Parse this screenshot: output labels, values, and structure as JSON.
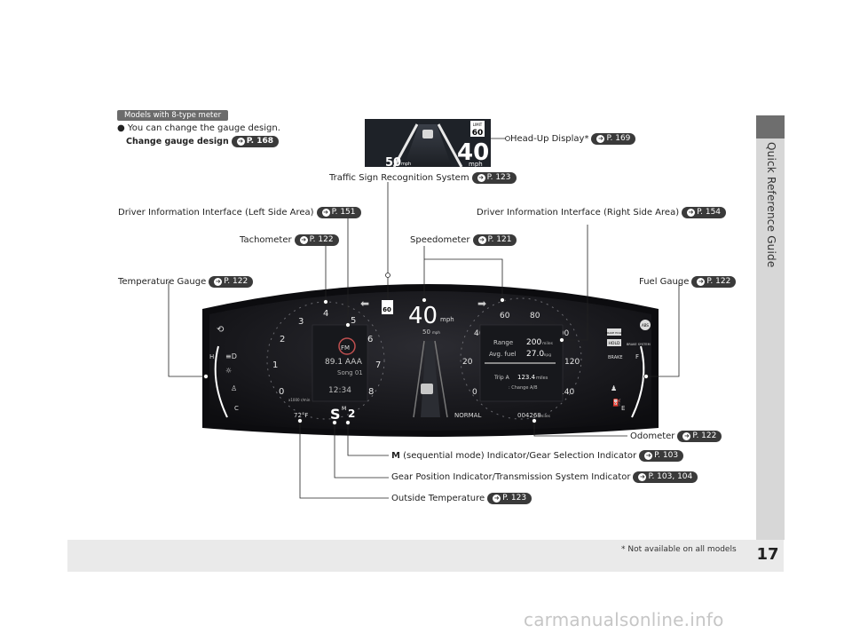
{
  "page": {
    "sidebar_title": "Quick Reference Guide",
    "page_number": "17",
    "footnote": "* Not available on all models",
    "watermark": "carmanualsonline.info"
  },
  "intro": {
    "models_tag": "Models with 8-type meter",
    "bullet": "You can change the gauge design.",
    "sub_label": "Change gauge design",
    "sub_ref": "P. 168"
  },
  "callouts": [
    {
      "id": "hud",
      "label": "Head-Up Display*",
      "ref": "P. 169"
    },
    {
      "id": "traffic-sign",
      "label": "Traffic Sign Recognition System",
      "ref": "P. 123"
    },
    {
      "id": "dii-left",
      "label": "Driver Information Interface (Left Side Area)",
      "ref": "P. 151"
    },
    {
      "id": "dii-right",
      "label": "Driver Information Interface (Right Side Area)",
      "ref": "P. 154"
    },
    {
      "id": "tachometer",
      "label": "Tachometer",
      "ref": "P. 122"
    },
    {
      "id": "speedometer",
      "label": "Speedometer",
      "ref": "P. 121"
    },
    {
      "id": "temp-gauge",
      "label": "Temperature Gauge",
      "ref": "P. 122"
    },
    {
      "id": "fuel-gauge",
      "label": "Fuel Gauge",
      "ref": "P. 122"
    },
    {
      "id": "odometer",
      "label": "Odometer",
      "ref": "P. 122"
    },
    {
      "id": "m-indicator",
      "label_bold": "M",
      "label": "(sequential mode) Indicator/Gear Selection Indicator",
      "ref": "P. 103"
    },
    {
      "id": "gear-position",
      "label": "Gear Position Indicator/Transmission System Indicator",
      "ref": "P. 103, 104"
    },
    {
      "id": "outside-temp",
      "label": "Outside Temperature",
      "ref": "P. 123"
    }
  ],
  "hud_display": {
    "speed": "40",
    "unit": "mph",
    "limit_word": "LIMIT",
    "limit": "60",
    "set_speed": "50",
    "set_unit": "mph"
  },
  "cluster": {
    "tach_ticks": [
      "0",
      "1",
      "2",
      "3",
      "4",
      "5",
      "6",
      "7",
      "8"
    ],
    "tach_unit": "x1000 r/min",
    "radio_band": "FM",
    "radio_station": "89.1 AAA",
    "song": "Song 01",
    "clock": "12:34",
    "speed": "40",
    "speed_unit": "mph",
    "limit": "60",
    "set_speed": "50",
    "set_speed_unit": "mph",
    "speedo_ticks": [
      "0",
      "20",
      "40",
      "60",
      "80",
      "100",
      "120",
      "140"
    ],
    "range_label": "Range",
    "range_value": "200",
    "range_unit": "miles",
    "avg_fuel_label": "Avg. fuel",
    "avg_fuel_value": "27.0",
    "avg_fuel_unit": "mpg",
    "trip_label": "Trip A",
    "trip_value": "123.4",
    "trip_unit": "miles",
    "change_hint": ": Change A/B",
    "drive_mode": "NORMAL",
    "odometer": "004268",
    "odo_unit": "miles",
    "outside_temp": "72°F",
    "gear": "S",
    "gear_m": "M",
    "gear_num": "2",
    "fuel_full": "F",
    "fuel_empty": "E",
    "temp_hot": "H",
    "temp_cold": "C",
    "brake_hold": "BRAKE HOLD",
    "hold": "HOLD",
    "brake_system": "BRAKE SYSTEM",
    "brake": "BRAKE",
    "abs": "ABS"
  }
}
